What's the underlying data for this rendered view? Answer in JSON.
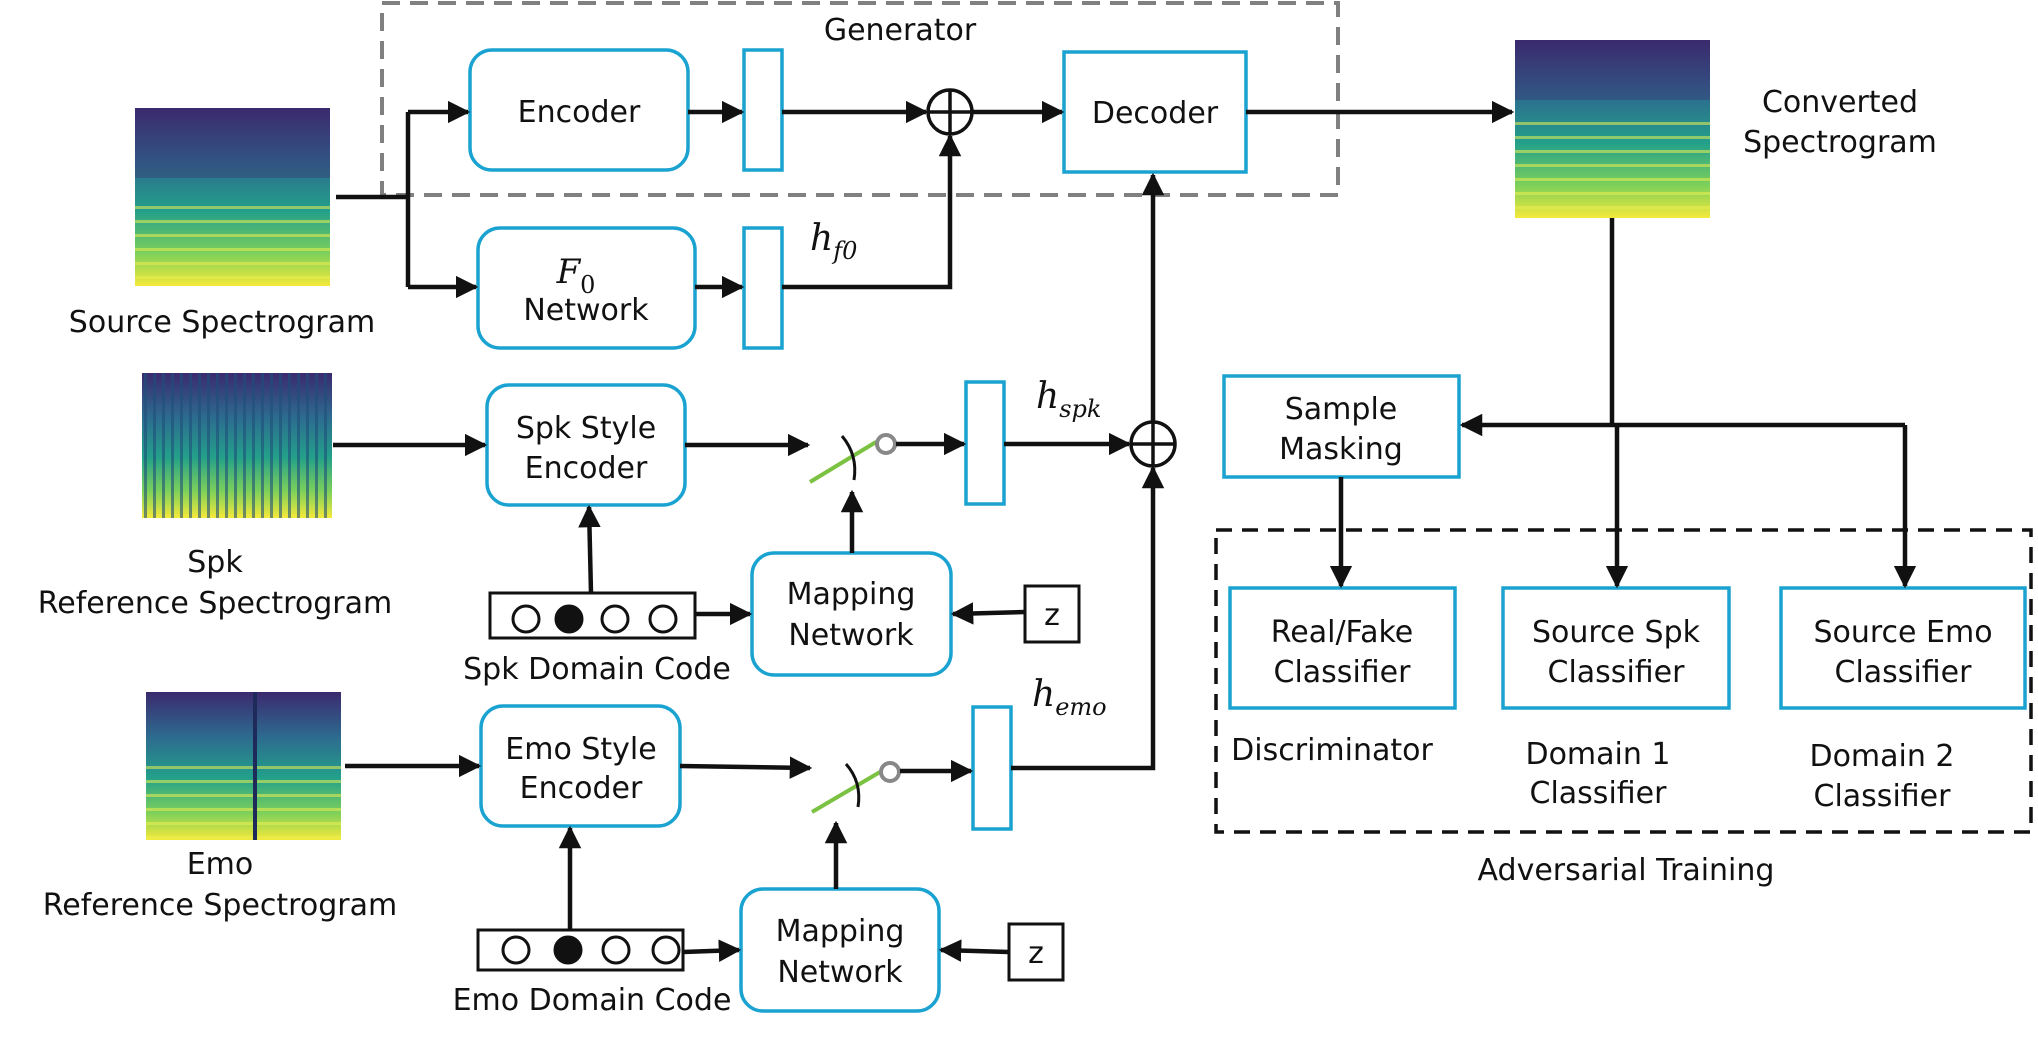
{
  "generator": {
    "title": "Generator",
    "encoder": "Encoder",
    "decoder": "Decoder"
  },
  "f0": {
    "symbol": "F",
    "subscript": "0",
    "label": "Network"
  },
  "features": {
    "h_f0": "h",
    "h_f0_sub": "f0",
    "h_spk": "h",
    "h_spk_sub": "spk",
    "h_emo": "h",
    "h_emo_sub": "emo"
  },
  "spk": {
    "style_encoder_1": "Spk Style",
    "style_encoder_2": "Encoder",
    "ref_label_1": "Spk",
    "ref_label_2": "Reference Spectrogram",
    "domain_code": "Spk Domain Code",
    "mapping_1": "Mapping",
    "mapping_2": "Network",
    "z": "z"
  },
  "emo": {
    "style_encoder_1": "Emo Style",
    "style_encoder_2": "Encoder",
    "ref_label_1": "Emo",
    "ref_label_2": "Reference Spectrogram",
    "domain_code": "Emo Domain Code",
    "mapping_1": "Mapping",
    "mapping_2": "Network",
    "z": "z"
  },
  "source": {
    "label": "Source Spectrogram"
  },
  "converted": {
    "label_1": "Converted",
    "label_2": "Spectrogram"
  },
  "sample_masking": {
    "line1": "Sample",
    "line2": "Masking"
  },
  "classifiers": [
    {
      "line1": "Real/Fake",
      "line2": "Classifier",
      "caption1": "Discriminator",
      "caption2": ""
    },
    {
      "line1": "Source Spk",
      "line2": "Classifier",
      "caption1": "Domain 1",
      "caption2": "Classifier"
    },
    {
      "line1": "Source Emo",
      "line2": "Classifier",
      "caption1": "Domain 2",
      "caption2": "Classifier"
    }
  ],
  "adversarial": {
    "label": "Adversarial Training"
  },
  "colors": {
    "accent": "#1aa3d1",
    "switch_green": "#7cc242",
    "spectrogram_low": "#3b2a6e",
    "spectrogram_high": "#f5e93a"
  }
}
